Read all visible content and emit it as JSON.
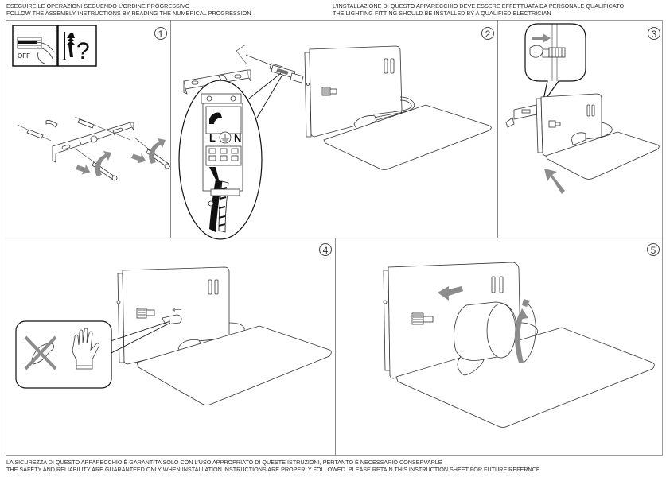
{
  "header": {
    "left_it": "ESEGUIRE LE OPERAZIONI SEGUENDO L'ORDINE PROGRESSIVO",
    "left_en": "FOLLOW THE ASSEMBLY INSTRUCTIONS BY READING THE NUMERICAL PROGRESSION",
    "right_it": "L'INSTALLAZIONE DI QUESTO APPARECCHIO DEVE ESSERE EFFETTUATA DA PERSONALE QUALIFICATO",
    "right_en": "THE LIGHTING FITTING SHOULD BE INSTALLED BY A QUALIFIED ELECTRICIAN"
  },
  "footer": {
    "it": "LA SICUREZZA DI QUESTO APPARECCHIO È GARANTITA SOLO CON L'USO APPROPRIATO DI QUESTE ISTRUZIONI, PERTANTO È NECESSARIO CONSERVARLE",
    "en": "THE SAFETY AND RELIABILITY ARE GUARANTEED ONLY WHEN INSTALLATION INSTRUCTIONS ARE PROPERLY FOLLOWED. PLEASE RETAIN THIS INSTRUCTION SHEET FOR FUTURE REFERNCE."
  },
  "steps": [
    {
      "number": "1",
      "icons": [
        "power-off-icon",
        "screw-and-plug-question-icon"
      ],
      "off_label": "OFF",
      "question_mark": "?"
    },
    {
      "number": "2",
      "terminal_labels": {
        "live": "L",
        "neutral": "N"
      },
      "earth_symbol": "earth-icon"
    },
    {
      "number": "3"
    },
    {
      "number": "4",
      "icons": [
        "no-bare-hands-icon",
        "glove-icon"
      ]
    },
    {
      "number": "5"
    }
  ],
  "colors": {
    "line": "#333333",
    "arrow": "#8c8c8c",
    "border": "#8a8a8a"
  }
}
